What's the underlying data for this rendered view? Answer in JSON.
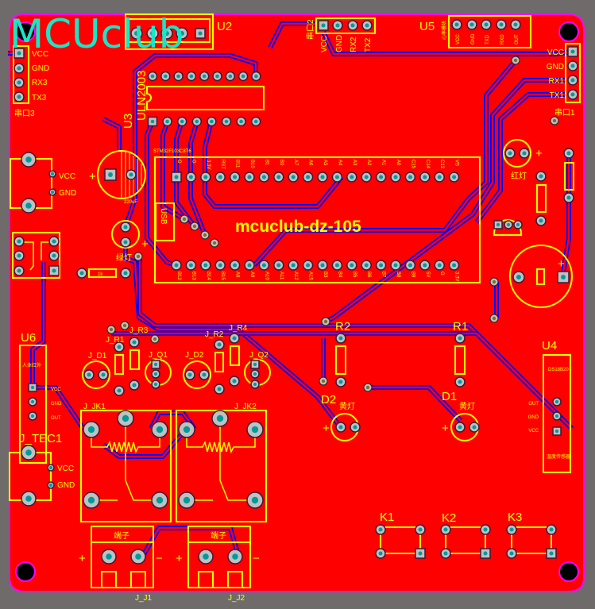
{
  "board": {
    "logo": "MCUclub",
    "title": "mcuclub-dz-105",
    "module_name": "STM32F103C8T6",
    "usb_label": "USB",
    "colors": {
      "board": "#ff0000",
      "trace": "#0000ff",
      "silkscreen": "#ffff00",
      "outline": "#ff00ff",
      "background": "#6f6b6b",
      "logo": "#19e6c8"
    }
  },
  "designators": {
    "u2": "U2",
    "u3": "U3",
    "u3_part": "ULN2003",
    "u5": "U5",
    "u5_sub": "心率模块",
    "u6": "U6",
    "u4": "U4",
    "r1": "R1",
    "r2": "R2",
    "d1": "D1",
    "d2": "D2",
    "k1": "K1",
    "k2": "K2",
    "k3": "K3",
    "j_tec1": "J_TEC1",
    "j_jk1": "J_JK1",
    "j_jk2": "J_JK2",
    "j_j1": "J_J1",
    "j_j2": "J_J2",
    "j_d1": "J_D1",
    "j_d2": "J_D2",
    "j_q1": "J_Q1",
    "j_q2": "J_Q2",
    "j_r1": "J_R1",
    "j_r2": "J_R2",
    "j_r3": "J_R3",
    "j_r4": "J_R4",
    "serial1": "串口1",
    "serial2": "串口2",
    "serial3": "串口3"
  },
  "silk_text": {
    "cap_value": "220uF",
    "green_led": "绿灯",
    "yellow_led_d1": "黄灯",
    "yellow_led_d2": "黄灯",
    "red_led": "红灯",
    "res_value": "1k",
    "terminal": "端子",
    "plus": "+",
    "minus": "−",
    "u4_top": "DS18B20",
    "u4_bottom": "温度传感器",
    "u6_top": "人体红外"
  },
  "pins": {
    "serial3": [
      "VCC",
      "GND",
      "RX3",
      "TX3"
    ],
    "serial2": [
      "VCC",
      "GND",
      "RX2",
      "TX2"
    ],
    "serial1": [
      "VCC",
      "GND",
      "RX1",
      "TX1"
    ],
    "u5": [
      "VCC",
      "GND",
      "TXD",
      "RXD",
      "OUT"
    ],
    "power_in": [
      "VCC",
      "GND"
    ],
    "u6": [
      "VCC",
      "GND",
      "OUT"
    ],
    "j_tec1": [
      "VCC",
      "GND"
    ],
    "u4": [
      "OUT",
      "GND",
      "VCC"
    ],
    "module_top": [
      "G",
      "G",
      "3.3V",
      "RST",
      "B11",
      "B10",
      "B1",
      "B0",
      "A7",
      "A6",
      "A5",
      "A4",
      "A3",
      "A2",
      "A1",
      "A0",
      "C15",
      "C14",
      "C13",
      "VB"
    ],
    "module_bottom": [
      "B12",
      "B13",
      "B14",
      "B15",
      "A8",
      "A9",
      "A10",
      "A11",
      "A12",
      "A15",
      "B3",
      "B4",
      "B5",
      "B6",
      "B7",
      "B8",
      "B9",
      "5V",
      "G",
      "3.3V"
    ]
  }
}
